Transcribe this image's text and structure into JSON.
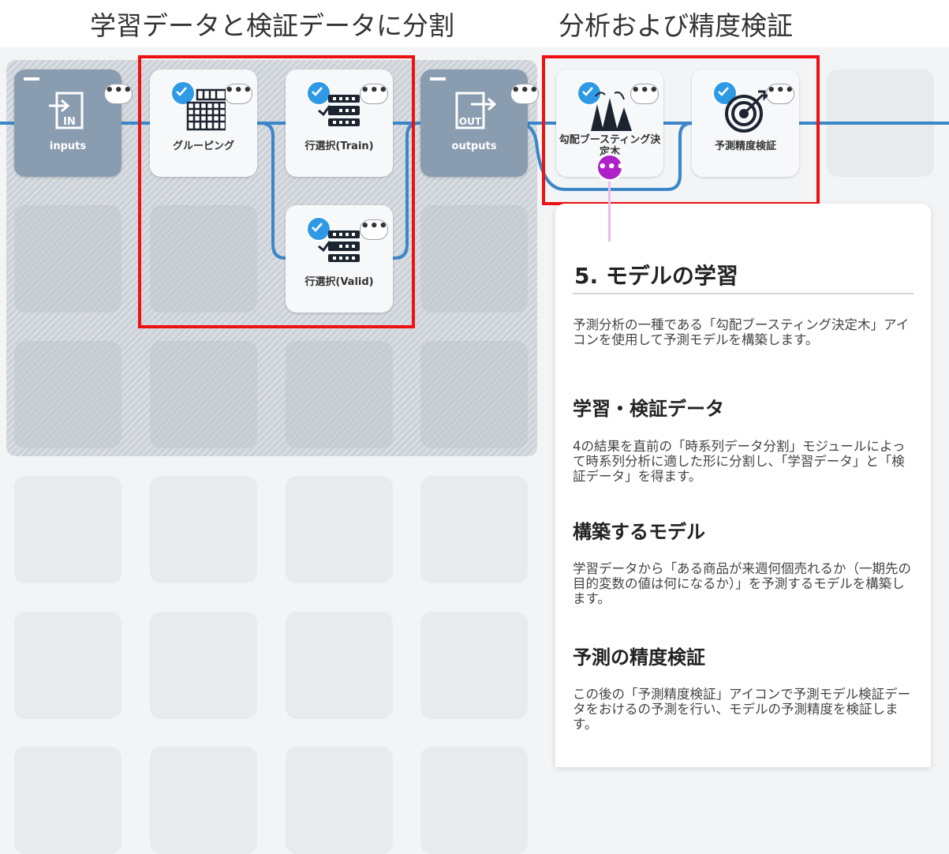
{
  "captions": {
    "left": "学習データと検証データに分割",
    "right": "分析および精度検証"
  },
  "nodes": {
    "inputs": {
      "label": "inputs",
      "icon_text": "IN"
    },
    "grouping": {
      "label": "グルーピング"
    },
    "row_train": {
      "label": "行選択(Train)"
    },
    "row_valid": {
      "label": "行選択(Valid)"
    },
    "outputs": {
      "label": "outputs",
      "icon_text": "OUT"
    },
    "gbdt": {
      "label": "勾配ブースティング決定木"
    },
    "accuracy": {
      "label": "予測精度検証"
    }
  },
  "more_label": "•••",
  "colors": {
    "highlight": "#ee1111",
    "wire": "#3a86c8",
    "check": "#2e9ae6",
    "popup": "#b020c8"
  },
  "panel": {
    "title": "5. モデルの学習",
    "intro": "予測分析の一種である「勾配ブースティング決定木」アイコンを使用して予測モデルを構築します。",
    "sections": [
      {
        "heading": "学習・検証データ",
        "body": "4の結果を直前の「時系列データ分割」モジュールによって時系列分析に適した形に分割し、「学習データ」と「検証データ」を得ます。"
      },
      {
        "heading": "構築するモデル",
        "body": "学習データから「ある商品が来週何個売れるか（一期先の目的変数の値は何になるか）」を予測するモデルを構築します。"
      },
      {
        "heading": "予測の精度検証",
        "body": "この後の「予測精度検証」アイコンで予測モデル検証データをおけるの予測を行い、モデルの予測精度を検証します。"
      }
    ]
  }
}
